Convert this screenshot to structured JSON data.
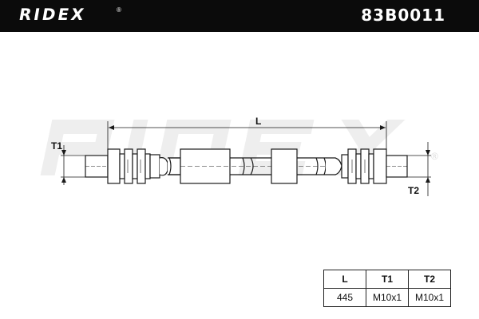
{
  "header": {
    "brand": "RIDEX",
    "registered_mark": "®",
    "part_number": "83B0011"
  },
  "dimensions": {
    "length_label": "L",
    "thread1_label": "T1",
    "thread2_label": "T2"
  },
  "watermark": {
    "text": "RIDEX",
    "registered_mark": "®"
  },
  "spec_table": {
    "headers": [
      "L",
      "T1",
      "T2"
    ],
    "values": [
      "445",
      "M10x1",
      "M10x1"
    ]
  },
  "colors": {
    "header_bg": "#0b0b0b",
    "line": "#1a1a1a",
    "watermark": "#eeeeee"
  }
}
